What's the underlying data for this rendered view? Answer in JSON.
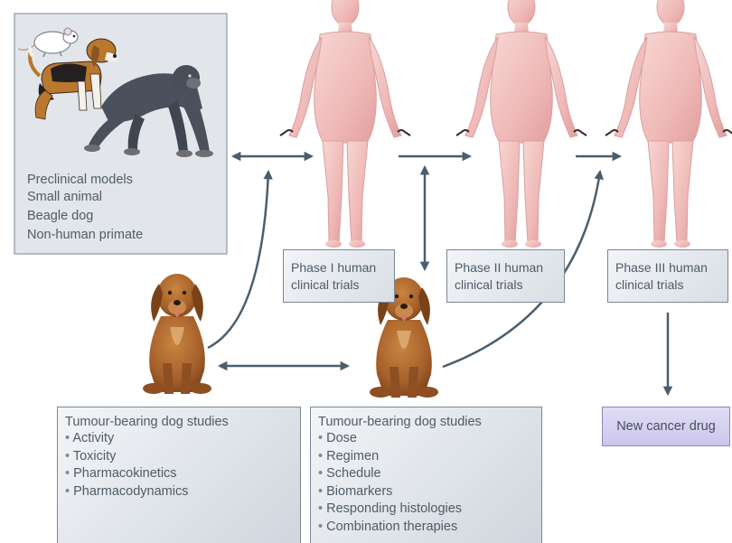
{
  "preclinical": {
    "title": "Preclinical models",
    "items": [
      "Small animal",
      "Beagle dog",
      "Non-human primate"
    ]
  },
  "phases": [
    {
      "line1": "Phase I human",
      "line2": "clinical trials"
    },
    {
      "line1": "Phase II human",
      "line2": "clinical trials"
    },
    {
      "line1": "Phase III human",
      "line2": "clinical trials"
    }
  ],
  "dog_studies_left": {
    "title": "Tumour-bearing dog studies",
    "items": [
      "Activity",
      "Toxicity",
      "Pharmacokinetics",
      "Pharmacodynamics"
    ]
  },
  "dog_studies_right": {
    "title": "Tumour-bearing dog studies",
    "items": [
      "Dose",
      "Regimen",
      "Schedule",
      "Biomarkers",
      "Responding histologies",
      "Combination therapies"
    ]
  },
  "outcome": {
    "label": "New cancer drug"
  },
  "colors": {
    "arrow": "#4a5e6d",
    "box_border": "#7b8796",
    "human_body": "#f2c2c2",
    "golden_dog": "#a5602b",
    "primate": "#474e58",
    "outcome_fill": "#cdc6ec"
  }
}
